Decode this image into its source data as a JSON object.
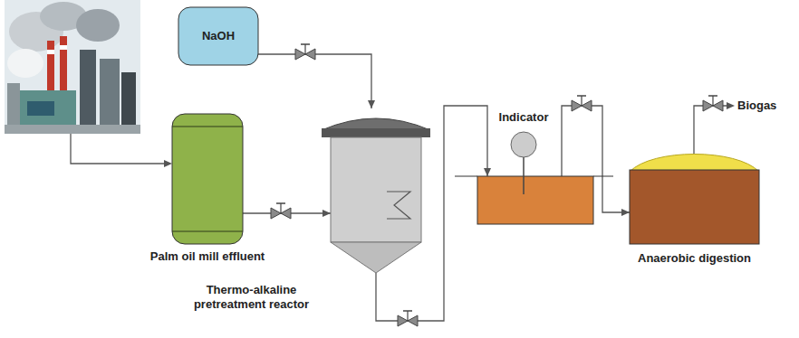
{
  "diagram": {
    "nodes": [
      {
        "text": [
          "NaOH"
        ]
      },
      {
        "text": [
          "Palm oil mill effluent"
        ]
      },
      {
        "text": [
          "Thermo-alkaline pretreatment reactor"
        ]
      },
      {
        "text": [
          "Indicator"
        ]
      },
      {
        "text": [
          "Anaerobic digestion"
        ]
      }
    ],
    "edges": [
      {
        "from": 0,
        "to": 2,
        "arrow": "to"
      },
      {
        "from": 1,
        "to": 2,
        "arrow": "to"
      },
      {
        "from": 2,
        "to": 3,
        "arrow": "to"
      },
      {
        "from": 3,
        "to": 4,
        "arrow": "to"
      }
    ],
    "labels": [
      "Biogas"
    ]
  }
}
